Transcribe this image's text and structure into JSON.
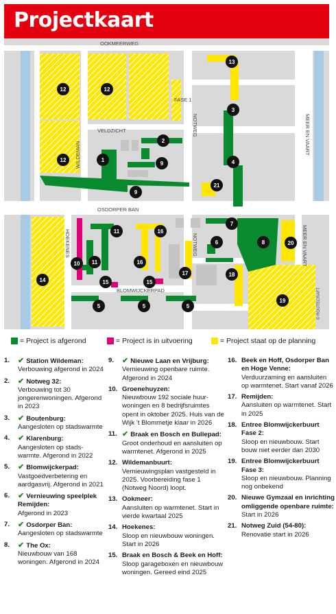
{
  "header": {
    "title": "Projectkaart"
  },
  "colors": {
    "red": "#e3000f",
    "green": "#0a8a2f",
    "magenta": "#e2007a",
    "yellow": "#ffe600",
    "water": "#a7cbe6",
    "road": "#ffffff",
    "block": "#d9d9d9"
  },
  "map": {
    "streets": {
      "ookmeerweg": "OOKMEERWEG",
      "wildeman": "WILDEMAN",
      "veldzicht": "VELDZICHT",
      "fase1": "FASE 1",
      "notweg_north": "NOTWEG",
      "meer_en_vaart_north": "MEER EN VAART",
      "osdorper_ban": "OSDORPER BAN",
      "hoekenes": "HOEKENES",
      "notweg_south": "NOTWEG",
      "blomwijckerpad": "BLOMWIJCKERPAD",
      "meer_en_vaart_south": "MEER EN VAART",
      "routecraft": "© ROUTECRAFT"
    },
    "markers": [
      "1",
      "2",
      "3",
      "4",
      "5",
      "5",
      "5",
      "6",
      "7",
      "8",
      "9",
      "9",
      "10",
      "11",
      "11",
      "12",
      "12",
      "12",
      "13",
      "14",
      "15",
      "15",
      "16",
      "16",
      "17",
      "18",
      "19",
      "20",
      "21"
    ]
  },
  "legend": [
    {
      "text": "= Project is afgerond",
      "color": "#0a8a2f"
    },
    {
      "text": "= Project is in uitvoering",
      "color": "#e2007a"
    },
    {
      "text": "= Project staat op de planning",
      "color": "#ffe600"
    }
  ],
  "projects": [
    {
      "num": "1.",
      "check": "✔",
      "title": "Station Wildeman:",
      "desc": "Verbouwing afgerond in 2024"
    },
    {
      "num": "2.",
      "check": "✔",
      "title": "Notweg 32:",
      "desc": "Verbouwing tot 30 jongerenwoningen. Afgerond in 2023"
    },
    {
      "num": "3.",
      "check": "✔",
      "title": "Boutenburg:",
      "desc": "Aangesloten op stadswarmte"
    },
    {
      "num": "4.",
      "check": "✔",
      "title": "Klarenburg:",
      "desc": "Aangesloten op stads-warmte. Afgerond in 2022"
    },
    {
      "num": "5.",
      "check": "✔",
      "title": "Blomwijckerpad:",
      "desc": "Vastgoedverbetering en aardgasvrij. Afgerond in 2021"
    },
    {
      "num": "6.",
      "check": "✔",
      "title": "Vernieuwing speelplek Remijden:",
      "desc": "Afgerond in 2023"
    },
    {
      "num": "7.",
      "check": "✔",
      "title": "Osdorper Ban:",
      "desc": "Aangesloten op stadswarmte"
    },
    {
      "num": "8.",
      "check": "✔",
      "title": "The Ox:",
      "desc": "Nieuwbouw van 168 woningen. Afgerond in 2024"
    },
    {
      "num": "9.",
      "check": "✔",
      "title": "Nieuwe Laan en Vrijburg:",
      "desc": "Vernieuwing openbare ruimte. Afgerond in 2024"
    },
    {
      "num": "10.",
      "check": "",
      "title": "Groenehuyzen:",
      "desc": "Nieuwbouw 192 sociale huur-woningen en 8 bedrijfsruimtes opent in oktober 2025. Huis van de Wijk ’t Blommetje klaar in 2026"
    },
    {
      "num": "11.",
      "check": "✔",
      "title": "Braak en Bosch en Bullepad:",
      "desc": "Groot onderhoud en aansluiten op warmtenet. Afgerond in 2025"
    },
    {
      "num": "12.",
      "check": "",
      "title": "Wildemanbuurt:",
      "desc": "Vernieuwingsplan vastgesteld in 2025. Voorbereiding fase 1 (Notweg Noord) loopt."
    },
    {
      "num": "13.",
      "check": "",
      "title": "Ookmeer:",
      "desc": "Aansluiten op warmtenet. Start in vierde kwartaal 2025"
    },
    {
      "num": "14.",
      "check": "",
      "title": "Hoekenes:",
      "desc": "Sloop en nieuwbouw woningen. Start in 2026"
    },
    {
      "num": "15.",
      "check": "",
      "title": "Braak en Bosch & Beek en Hoff:",
      "desc": "Sloop garageboxen en nieuwbouw woningen. Gereed eind 2025"
    },
    {
      "num": "16.",
      "check": "",
      "title": "Beek en Hoff, Osdorper Ban en Hoge Venne:",
      "desc": "Verduurzaming en aansluiten op warmtenet. Start vanaf 2026"
    },
    {
      "num": "17.",
      "check": "",
      "title": "Remijden:",
      "desc": "Aansluiten op warmtenet. Start in 2025"
    },
    {
      "num": "18.",
      "check": "",
      "title": "Entree Blomwijckerbuurt Fase 2:",
      "desc": "Sloop en nieuwbouw. Start bouw niet eerder dan 2030"
    },
    {
      "num": "19.",
      "check": "",
      "title": "Entree Blomwijckerbuurt Fase 3:",
      "desc": "Sloop en nieuwbouw. Planning nog onbekend"
    },
    {
      "num": "20.",
      "check": "",
      "title": "Nieuwe Gymzaal en inrichting omliggende openbare ruimte:",
      "desc": "Start in 2026"
    },
    {
      "num": "21.",
      "check": "",
      "title": "Notweg Zuid (54-80):",
      "desc": "Renovatie start in 2026"
    }
  ]
}
